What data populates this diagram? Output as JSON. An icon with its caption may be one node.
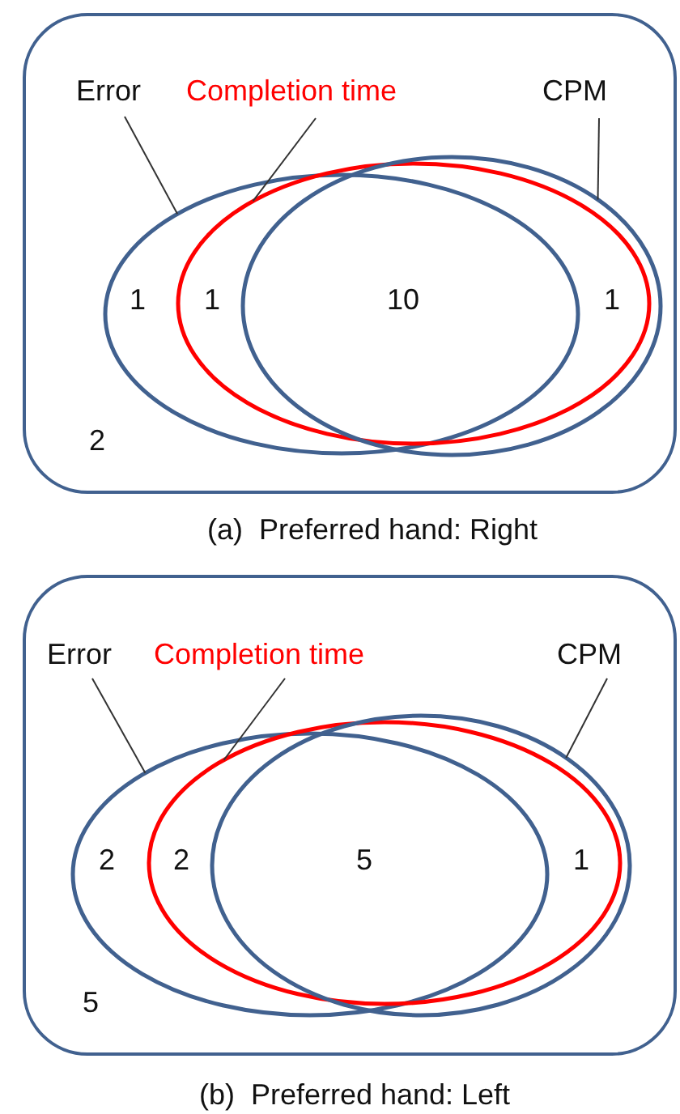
{
  "diagram": {
    "nodes": [
      {
        "text": [],
        "shape": "box",
        "beside": [
          "(a)  Preferred hand: Right"
        ]
      },
      {
        "text": [
          "Error"
        ],
        "in": 0
      },
      {
        "text": [
          "Completion time"
        ],
        "in": 0
      },
      {
        "text": [
          "CPM"
        ],
        "in": 0
      },
      {
        "text": [],
        "shape": "ellipse",
        "in": 0
      },
      {
        "text": [],
        "shape": "ellipse",
        "in": 0
      },
      {
        "text": [],
        "shape": "ellipse",
        "in": 0
      },
      {
        "text": [],
        "shape": "box",
        "beside": [
          "(b)  Preferred hand: Left"
        ]
      },
      {
        "text": [
          "Error"
        ],
        "in": 7
      },
      {
        "text": [
          "Completion time"
        ],
        "in": 7
      },
      {
        "text": [
          "CPM"
        ],
        "in": 7
      },
      {
        "text": [],
        "shape": "ellipse",
        "in": 7
      },
      {
        "text": [],
        "shape": "ellipse",
        "in": 7
      },
      {
        "text": [],
        "shape": "ellipse",
        "in": 7
      }
    ],
    "edges": [
      {
        "from": 1,
        "to": 4,
        "arrow": "none"
      },
      {
        "from": 2,
        "to": 5,
        "arrow": "none"
      },
      {
        "from": 3,
        "to": 6,
        "arrow": "none"
      },
      {
        "from": 8,
        "to": 11,
        "arrow": "none"
      },
      {
        "from": 9,
        "to": 12,
        "arrow": "none"
      },
      {
        "from": 10,
        "to": 13,
        "arrow": "none"
      }
    ],
    "labels": [
      "1",
      "1",
      "10",
      "1",
      "2",
      "2",
      "2",
      "5",
      "1",
      "5"
    ]
  }
}
